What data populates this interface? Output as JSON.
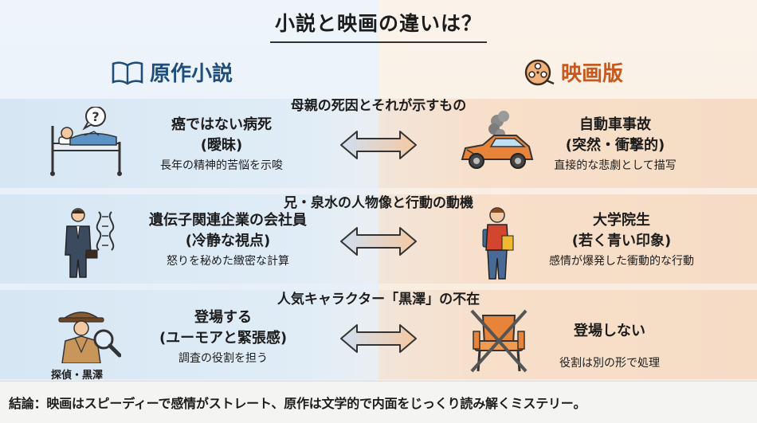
{
  "title": "小説と映画の違いは？",
  "columns": {
    "left": "原作小説",
    "right": "映画版"
  },
  "sections": [
    {
      "heading": "母親の死因とそれが示すもの",
      "left": {
        "main": "癌ではない病死",
        "sub": "(曖昧)",
        "note": "長年の精神的苦悩を示唆"
      },
      "right": {
        "main": "自動車事故",
        "sub": "(突然・衝撃的)",
        "note": "直接的な悲劇として描写"
      }
    },
    {
      "heading": "兄・泉水の人物像と行動の動機",
      "left": {
        "main": "遺伝子関連企業の会社員",
        "sub": "(冷静な視点)",
        "note": "怒りを秘めた緻密な計算"
      },
      "right": {
        "main": "大学院生",
        "sub": "(若く青い印象)",
        "note": "感情が爆発した衝動的な行動"
      }
    },
    {
      "heading": "人気キャラクター「黒澤」の不在",
      "left": {
        "main": "登場する",
        "sub": "(ユーモアと緊張感)",
        "note": "調査の役割を担う",
        "icon_label": "探偵・黒澤"
      },
      "right": {
        "main": "登場しない",
        "note": "役割は別の形で処理"
      }
    }
  ],
  "conclusion": "結論：映画はスピーディーで感情がストレート、原作は文学的で内面をじっくり読み解くミステリー。",
  "colors": {
    "left_accent": "#1f4e7a",
    "right_accent": "#c8581c",
    "arrow_left": "#cfdff0",
    "arrow_right": "#f6c9a2"
  }
}
